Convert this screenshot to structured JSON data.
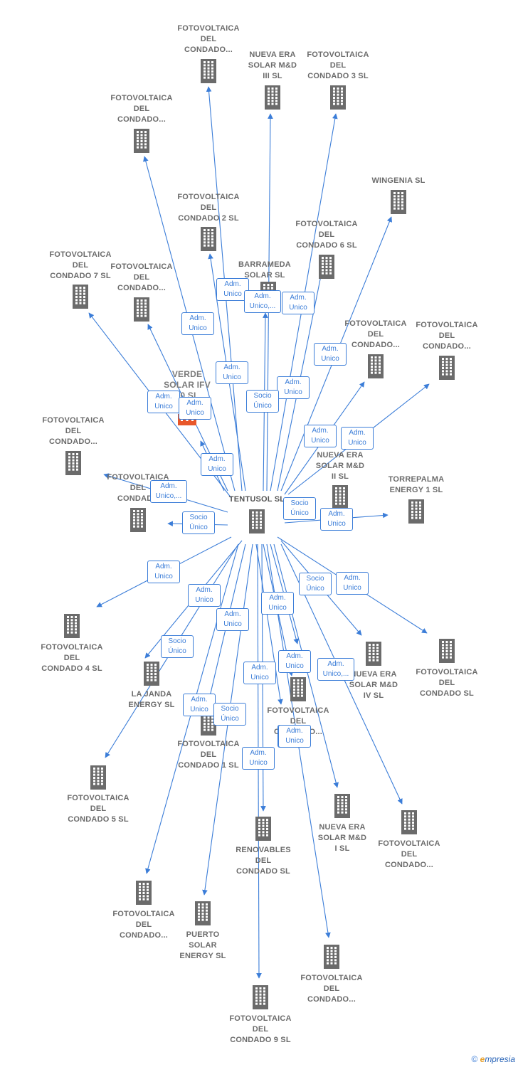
{
  "center_node": "TENTUSOL SL",
  "colors": {
    "edge": "#3b7dd8",
    "building": "#6b6b6b",
    "highlight": "#e8572a"
  },
  "nodes": [
    {
      "id": "n1",
      "label": "FOTOVOLTAICA\nDEL\nCONDADO..."
    },
    {
      "id": "n2",
      "label": "NUEVA ERA\nSOLAR M&D\nIII  SL"
    },
    {
      "id": "n3",
      "label": "FOTOVOLTAICA\nDEL\nCONDADO 3 SL"
    },
    {
      "id": "n4",
      "label": "FOTOVOLTAICA\nDEL\nCONDADO..."
    },
    {
      "id": "n5",
      "label": "WINGENIA SL"
    },
    {
      "id": "n6",
      "label": "FOTOVOLTAICA\nDEL\nCONDADO 2 SL"
    },
    {
      "id": "n7",
      "label": "FOTOVOLTAICA\nDEL\nCONDADO 6 SL"
    },
    {
      "id": "n8",
      "label": "FOTOVOLTAICA\nDEL\nCONDADO 7 SL"
    },
    {
      "id": "n9",
      "label": "FOTOVOLTAICA\nDEL\nCONDADO..."
    },
    {
      "id": "n10",
      "label": "BARRAMEDA\nSOLAR  SL"
    },
    {
      "id": "n11",
      "label": "FOTOVOLTAICA\nDEL\nCONDADO..."
    },
    {
      "id": "n12",
      "label": "FOTOVOLTAICA\nDEL\nCONDADO..."
    },
    {
      "id": "n13",
      "label": "VERDE\nSOLAR IFV\n10  SL"
    },
    {
      "id": "n14",
      "label": "FOTOVOLTAICA\nDEL\nCONDADO..."
    },
    {
      "id": "n15",
      "label": "FOTOVOLTAICA\nDEL\nCONDADO"
    },
    {
      "id": "n16",
      "label": "NUEVA ERA\nSOLAR M&D\nII  SL"
    },
    {
      "id": "n17",
      "label": "TORREPALMA\nENERGY 1  SL"
    },
    {
      "id": "n18",
      "label": "FOTOVOLTAICA\nDEL\nCONDADO 4 SL"
    },
    {
      "id": "n19",
      "label": "LA JANDA\nENERGY  SL"
    },
    {
      "id": "n20",
      "label": "NUEVA ERA\nSOLAR M&D\nIV  SL"
    },
    {
      "id": "n21",
      "label": "FOTOVOLTAICA\nDEL\nCONDADO SL"
    },
    {
      "id": "n22",
      "label": "FOTOVOLTAICA\nDEL\nCONDADO..."
    },
    {
      "id": "n23",
      "label": "FOTOVOLTAICA\nDEL\nCONDADO 1 SL"
    },
    {
      "id": "n24",
      "label": "FOTOVOLTAICA\nDEL\nCONDADO 5 SL"
    },
    {
      "id": "n25",
      "label": "NUEVA ERA\nSOLAR M&D\nI  SL"
    },
    {
      "id": "n26",
      "label": "FOTOVOLTAICA\nDEL\nCONDADO..."
    },
    {
      "id": "n27",
      "label": "RENOVABLES\nDEL\nCONDADO SL"
    },
    {
      "id": "n28",
      "label": "FOTOVOLTAICA\nDEL\nCONDADO..."
    },
    {
      "id": "n29",
      "label": "PUERTO\nSOLAR\nENERGY  SL"
    },
    {
      "id": "n30",
      "label": "FOTOVOLTAICA\nDEL\nCONDADO..."
    },
    {
      "id": "n31",
      "label": "FOTOVOLTAICA\nDEL\nCONDADO 9 SL"
    }
  ],
  "edge_labels": [
    "Adm.\nUnico",
    "Adm.\nUnico,...",
    "Adm.\nUnico",
    "Adm.\nUnico",
    "Adm.\nUnico",
    "Adm.\nUnico",
    "Adm.\nUnico",
    "Socio\nÚnico",
    "Adm.\nUnico",
    "Adm.\nUnico",
    "Adm.\nUnico",
    "Adm.\nUnico",
    "Adm.\nUnico",
    "Adm.\nUnico,...",
    "Socio\nÚnico",
    "Socio\nÚnico",
    "Adm.\nUnico",
    "Adm.\nUnico",
    "Adm.\nUnico",
    "Adm.\nUnico",
    "Socio\nÚnico",
    "Adm.\nUnico",
    "Adm.\nUnico",
    "Adm.\nUnico",
    "Socio\nÚnico",
    "Adm.\nUnico,...",
    "Adm.\nUnico",
    "Adm.\nUnico",
    "Socio\nÚnico",
    "Adm.\nUnico",
    "Adm.\nUnico",
    "Adm.\nUnico"
  ],
  "footer": {
    "copyright": "©",
    "brand_initial": "e",
    "brand_rest": "mpresia"
  }
}
